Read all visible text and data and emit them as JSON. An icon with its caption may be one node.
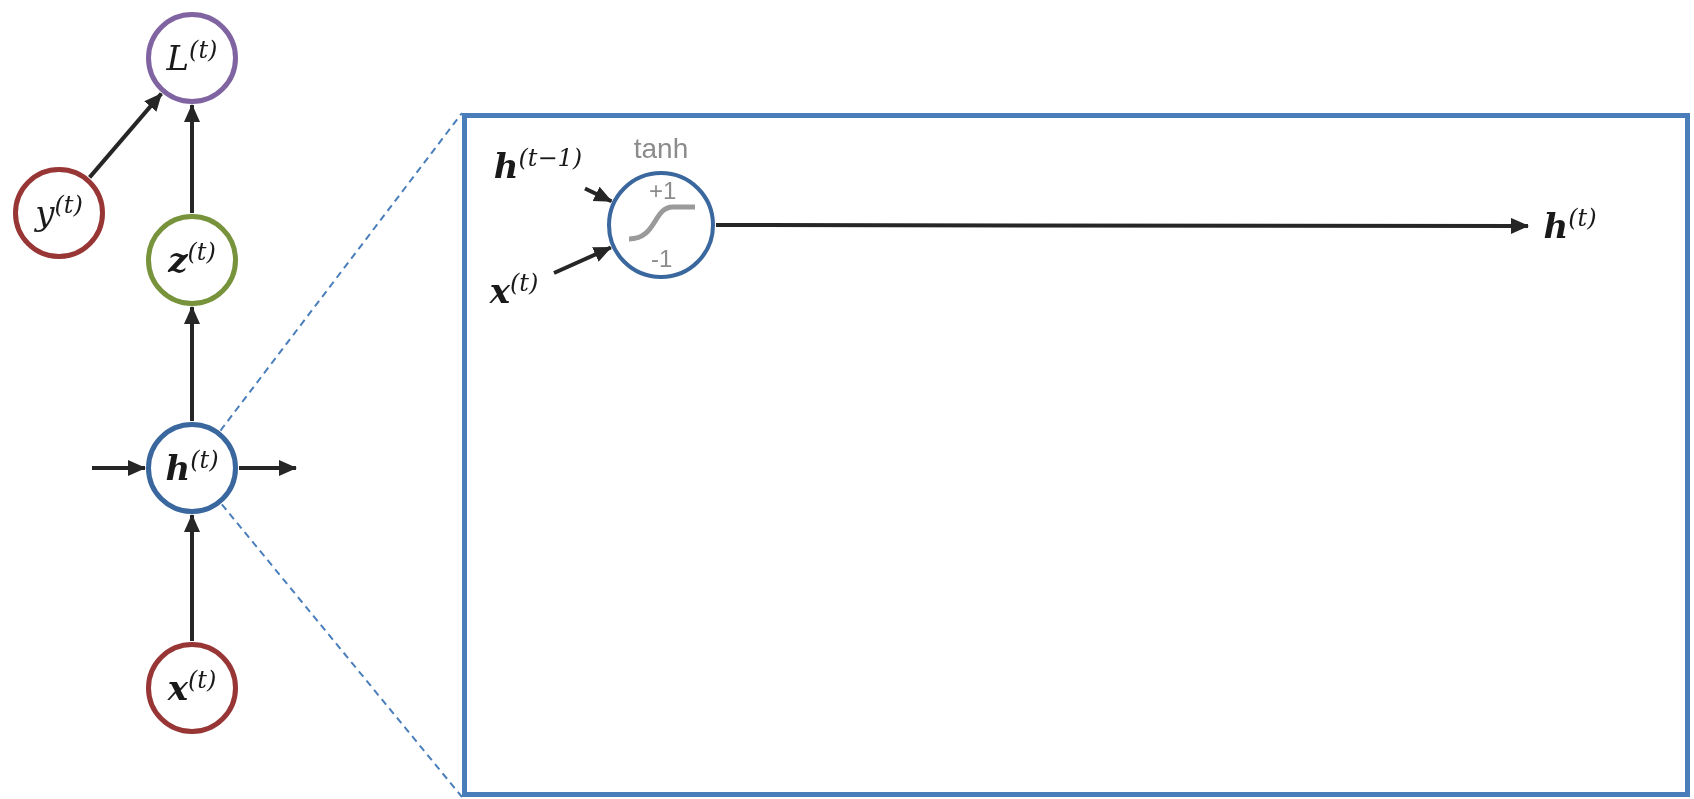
{
  "diagram": {
    "nodes": [
      {
        "text": [
          "L$^{(t)}$"
        ]
      },
      {
        "text": [
          "y$^{(t)}$"
        ]
      },
      {
        "text": [
          "**z**$^{(t)}$"
        ]
      },
      {
        "text": [
          "**h**$^{(t)}$"
        ]
      },
      {
        "text": [
          "**x**$^{(t)}$"
        ]
      },
      {
        "text": [],
        "shape": "box"
      },
      {
        "text": [
          "+1",
          "-1"
        ],
        "beside": [
          "tanh"
        ],
        "in": 5
      },
      {
        "text": [
          "**h**$^{(t−1)}$"
        ],
        "in": 5
      },
      {
        "text": [
          "**x**$^{(t)}$"
        ],
        "in": 5
      },
      {
        "text": [
          "**h**$^{(t)}$"
        ],
        "in": 5
      }
    ],
    "edges": [
      {
        "from": 1,
        "to": 0,
        "arrow": "to"
      },
      {
        "from": 2,
        "to": 0,
        "arrow": "to"
      },
      {
        "from": 3,
        "to": 2,
        "arrow": "to"
      },
      {
        "from": 4,
        "to": 3,
        "arrow": "to"
      },
      {
        "from": null,
        "to": 3,
        "arrow": "to"
      },
      {
        "from": 3,
        "to": null,
        "arrow": "to"
      },
      {
        "from": 7,
        "to": 6,
        "arrow": "to"
      },
      {
        "from": 8,
        "to": 6,
        "arrow": "to"
      },
      {
        "from": 6,
        "to": 9,
        "arrow": "to"
      },
      {
        "from": 3,
        "to": 5,
        "arrow": "none",
        "style": "dashed",
        "color": "#4a7ebb"
      },
      {
        "from": 3,
        "to": 5,
        "arrow": "none",
        "style": "dashed",
        "color": "#4a7ebb"
      }
    ]
  }
}
